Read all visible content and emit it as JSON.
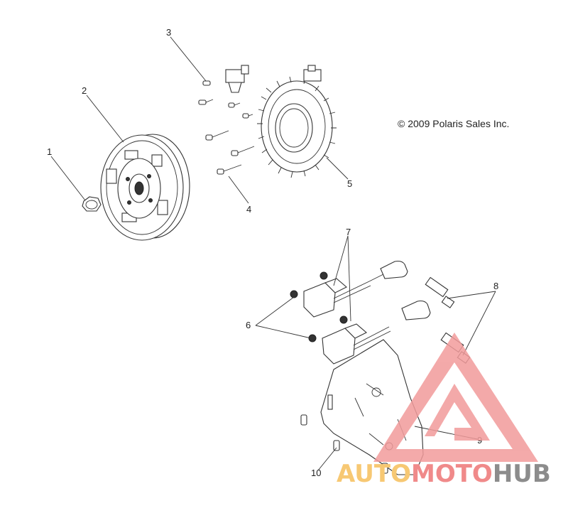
{
  "copyright": "© 2009 Polaris Sales Inc.",
  "callouts": [
    {
      "id": "1",
      "label": "1"
    },
    {
      "id": "2",
      "label": "2"
    },
    {
      "id": "3",
      "label": "3"
    },
    {
      "id": "4",
      "label": "4"
    },
    {
      "id": "5",
      "label": "5"
    },
    {
      "id": "6",
      "label": "6"
    },
    {
      "id": "7",
      "label": "7"
    },
    {
      "id": "8",
      "label": "8"
    },
    {
      "id": "9",
      "label": "9"
    },
    {
      "id": "10",
      "label": "10"
    }
  ],
  "watermark": {
    "part1": "AUTO",
    "part2": "MOTO",
    "part3": "HUB",
    "colors": {
      "auto": "#f7c873",
      "moto": "#f08a8a",
      "hub": "#8c8c8c",
      "triangle": "#f29b9b"
    }
  }
}
